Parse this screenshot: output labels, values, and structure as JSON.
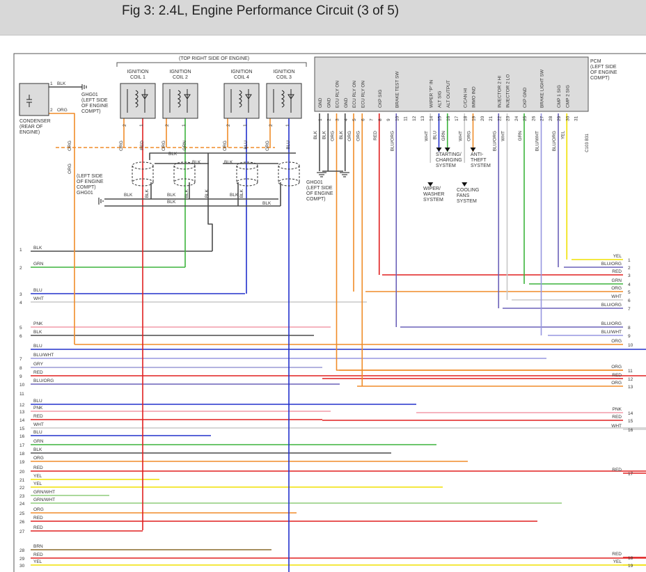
{
  "header": {
    "title": "Fig 3: 2.4L, Engine Performance Circuit (3 of 5)"
  },
  "colors": {
    "BLK": "#4a4a4a",
    "GRN": "#3cb43c",
    "BLU": "#2230cc",
    "WHT": "#c8c8c8",
    "PNK": "#f29aa8",
    "GRY": "#9a9ad6",
    "RED": "#e01e1e",
    "YEL": "#f0e000",
    "ORG": "#f08c28",
    "BRN": "#8a6a2c",
    "BLU/WHT": "#9696e0",
    "BLU/ORG": "#6a60b8",
    "GRN/WHT": "#8ecc7a",
    "frame": "#555555",
    "text": "#333333",
    "pcm_fill": "#dcdcdc"
  },
  "top": {
    "section_label": "(TOP RIGHT SIDE OF ENGINE)",
    "coils": [
      {
        "name": "IGNITION COIL 1",
        "l1": "IGNITION",
        "l2": "COIL 1",
        "p1": "1",
        "p2": "2",
        "w1": "RED",
        "w2": "ORG"
      },
      {
        "name": "IGNITION COIL 2",
        "l1": "IGNITION",
        "l2": "COIL 2",
        "p1": "1",
        "p2": "2",
        "w1": "GRN",
        "w2": "ORG"
      },
      {
        "name": "IGNITION COIL 4",
        "l1": "IGNITION",
        "l2": "COIL 4",
        "p1": "1",
        "p2": "2",
        "w1": "BLU",
        "w2": "ORG"
      },
      {
        "name": "IGNITION COIL 3",
        "l1": "IGNITION",
        "l2": "COIL 3",
        "p1": "1",
        "p2": "2",
        "w1": "BLU",
        "w2": "ORG"
      }
    ],
    "condenser": {
      "label": [
        "CONDENSER",
        "(REAR OF",
        "ENGINE)"
      ],
      "pin1": "1",
      "pin1_wire": "BLK",
      "pin2": "2",
      "pin2_wire": "ORG",
      "ground": [
        "GHG01",
        "(LEFT SIDE",
        "OF ENGINE",
        "COMPT)"
      ]
    },
    "left_ground": [
      "(LEFT SIDE",
      "OF ENGINE",
      "COMPT)",
      "GHG01"
    ],
    "pcm_ground": [
      "GHG01",
      "(LEFT SIDE",
      "OF ENGINE",
      "COMPT)"
    ],
    "blk": "BLK",
    "org": "ORG"
  },
  "pcm": {
    "label": [
      "PCM",
      "(LEFT SIDE",
      "OF ENGINE",
      "COMPT)"
    ],
    "pins": [
      {
        "n": "1",
        "sig": "GND",
        "wire": "BLK"
      },
      {
        "n": "2",
        "sig": "GND",
        "wire": "BLK"
      },
      {
        "n": "3",
        "sig": "ECU RLY ON",
        "wire": "ORG"
      },
      {
        "n": "4",
        "sig": "GND",
        "wire": "BLK"
      },
      {
        "n": "5",
        "sig": "ECU RLY ON",
        "wire": "ORG"
      },
      {
        "n": "6",
        "sig": "ECU RLY ON",
        "wire": "ORG"
      },
      {
        "n": "7",
        "sig": "",
        "wire": ""
      },
      {
        "n": "8",
        "sig": "CKP SIG",
        "wire": "RED"
      },
      {
        "n": "9",
        "sig": "",
        "wire": ""
      },
      {
        "n": "10",
        "sig": "BRAKE TEST SW",
        "wire": "BLU/ORG"
      },
      {
        "n": "11",
        "sig": "",
        "wire": ""
      },
      {
        "n": "12",
        "sig": "",
        "wire": ""
      },
      {
        "n": "13",
        "sig": "",
        "wire": ""
      },
      {
        "n": "14",
        "sig": "WIPER \"P\" IN",
        "wire": "WHT"
      },
      {
        "n": "15",
        "sig": "ALT SIG",
        "wire": "BLU"
      },
      {
        "n": "16",
        "sig": "ALT OUTPUT",
        "wire": "GRN"
      },
      {
        "n": "17",
        "sig": "",
        "wire": ""
      },
      {
        "n": "18",
        "sig": "C/CAN HI",
        "wire": "WHT"
      },
      {
        "n": "19",
        "sig": "IMMO IND",
        "wire": "ORG"
      },
      {
        "n": "20",
        "sig": "",
        "wire": ""
      },
      {
        "n": "21",
        "sig": "",
        "wire": ""
      },
      {
        "n": "22",
        "sig": "INJECTOR 2 HI",
        "wire": "BLU/ORG"
      },
      {
        "n": "23",
        "sig": "INJECTOR 2 LO",
        "wire": "WHT"
      },
      {
        "n": "24",
        "sig": "",
        "wire": ""
      },
      {
        "n": "25",
        "sig": "CKP GND",
        "wire": "GRN"
      },
      {
        "n": "26",
        "sig": "",
        "wire": ""
      },
      {
        "n": "27",
        "sig": "BRAKE LIGHT SW",
        "wire": "BLU/WHT"
      },
      {
        "n": "28",
        "sig": "",
        "wire": ""
      },
      {
        "n": "29",
        "sig": "CMP 1 SIG",
        "wire": "BLU/ORG"
      },
      {
        "n": "30",
        "sig": "CMP 2 SIG",
        "wire": "YEL"
      },
      {
        "n": "31",
        "sig": "",
        "wire": ""
      }
    ],
    "c_label": "C103 B31",
    "systems": {
      "starting": [
        "STARTING/",
        "CHARGING",
        "SYSTEM"
      ],
      "antitheft": [
        "ANTI-",
        "THEFT",
        "SYSTEM"
      ],
      "wiper": [
        "WIPER/",
        "WASHER",
        "SYSTEM"
      ],
      "cooling": [
        "COOLING",
        "FANS",
        "SYSTEM"
      ]
    }
  },
  "left_rows": [
    {
      "n": "1",
      "w": "BLK"
    },
    {
      "n": "2",
      "w": "GRN"
    },
    {
      "n": "3",
      "w": "BLU"
    },
    {
      "n": "4",
      "w": "WHT"
    },
    {
      "n": "5",
      "w": "PNK"
    },
    {
      "n": "6",
      "w": "BLK"
    },
    {
      "n": "",
      "w": "BLU"
    },
    {
      "n": "7",
      "w": "BLU/WHT"
    },
    {
      "n": "8",
      "w": "GRY"
    },
    {
      "n": "9",
      "w": "RED"
    },
    {
      "n": "10",
      "w": "BLU/ORG"
    },
    {
      "n": "11",
      "w": ""
    },
    {
      "n": "12",
      "w": "BLU"
    },
    {
      "n": "13",
      "w": "PNK"
    },
    {
      "n": "14",
      "w": "RED"
    },
    {
      "n": "15",
      "w": "WHT"
    },
    {
      "n": "16",
      "w": "BLU"
    },
    {
      "n": "17",
      "w": "GRN"
    },
    {
      "n": "18",
      "w": "BLK"
    },
    {
      "n": "19",
      "w": "ORG"
    },
    {
      "n": "20",
      "w": "RED"
    },
    {
      "n": "21",
      "w": "YEL"
    },
    {
      "n": "22",
      "w": "YEL"
    },
    {
      "n": "23",
      "w": "GRN/WHT"
    },
    {
      "n": "24",
      "w": "GRN/WHT"
    },
    {
      "n": "25",
      "w": "ORG"
    },
    {
      "n": "26",
      "w": "RED"
    },
    {
      "n": "27",
      "w": "RED"
    },
    {
      "n": "28",
      "w": "BRN"
    },
    {
      "n": "29",
      "w": "RED"
    },
    {
      "n": "30",
      "w": "YEL"
    }
  ],
  "right_rows": [
    {
      "n": "1",
      "w": "YEL"
    },
    {
      "n": "2",
      "w": "BLU/ORG"
    },
    {
      "n": "3",
      "w": "RED"
    },
    {
      "n": "4",
      "w": "GRN"
    },
    {
      "n": "5",
      "w": "ORG"
    },
    {
      "n": "6",
      "w": "WHT"
    },
    {
      "n": "7",
      "w": "BLU/ORG"
    },
    {
      "n": "8",
      "w": "BLU/ORG"
    },
    {
      "n": "9",
      "w": "BLU/WHT"
    },
    {
      "n": "10",
      "w": "ORG"
    },
    {
      "n": "11",
      "w": "ORG"
    },
    {
      "n": "12",
      "w": "RED"
    },
    {
      "n": "13",
      "w": "ORG"
    },
    {
      "n": "14",
      "w": "PNK"
    },
    {
      "n": "15",
      "w": "RED"
    },
    {
      "n": "16",
      "w": "WHT"
    },
    {
      "n": "17",
      "w": "RED"
    },
    {
      "n": "18",
      "w": "RED"
    },
    {
      "n": "19",
      "w": "YEL"
    }
  ]
}
